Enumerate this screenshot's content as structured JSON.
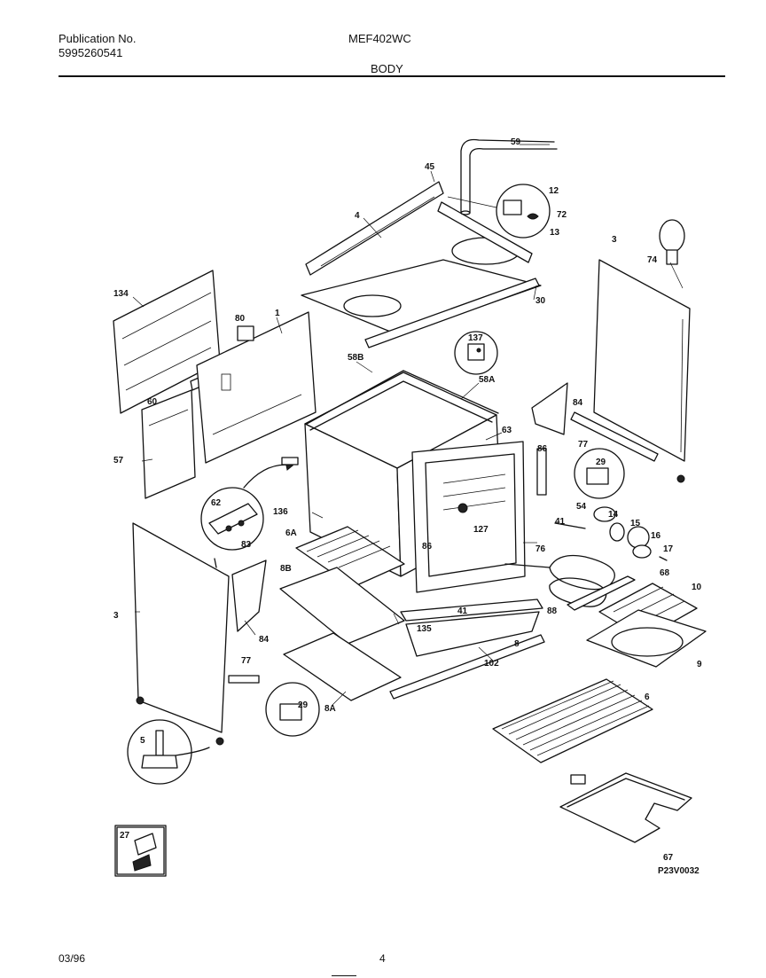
{
  "header": {
    "publication_label": "Publication No.",
    "publication_number": "5995260541",
    "model": "MEF402WC",
    "section": "BODY"
  },
  "footer": {
    "date": "03/96",
    "page": "4"
  },
  "diagram_code": "P23V0032",
  "parts": {
    "p59": "59",
    "p45": "45",
    "p12": "12",
    "p72": "72",
    "p13": "13",
    "p4": "4",
    "p30": "30",
    "p3_right": "3",
    "p74": "74",
    "p134": "134",
    "p80": "80",
    "p1": "1",
    "p137": "137",
    "p58b": "58B",
    "p58a": "58A",
    "p60": "60",
    "p57": "57",
    "p84_right": "84",
    "p77_right": "77",
    "p63": "63",
    "p29_right": "29",
    "p86": "86",
    "p62": "62",
    "p83": "83",
    "p136": "136",
    "p127": "127",
    "p54": "54",
    "p14": "14",
    "p15": "15",
    "p41_right": "41",
    "p16": "16",
    "p17": "17",
    "p6a": "6A",
    "p86b": "86",
    "p76": "76",
    "p68": "68",
    "p8b": "8B",
    "p41": "41",
    "p10": "10",
    "p3_left": "3",
    "p84_left": "84",
    "p135": "135",
    "p88": "88",
    "p8": "8",
    "p9": "9",
    "p77_left": "77",
    "p102": "102",
    "p6": "6",
    "p29_left": "29",
    "p8a": "8A",
    "p5": "5",
    "p27": "27",
    "p67": "67"
  }
}
